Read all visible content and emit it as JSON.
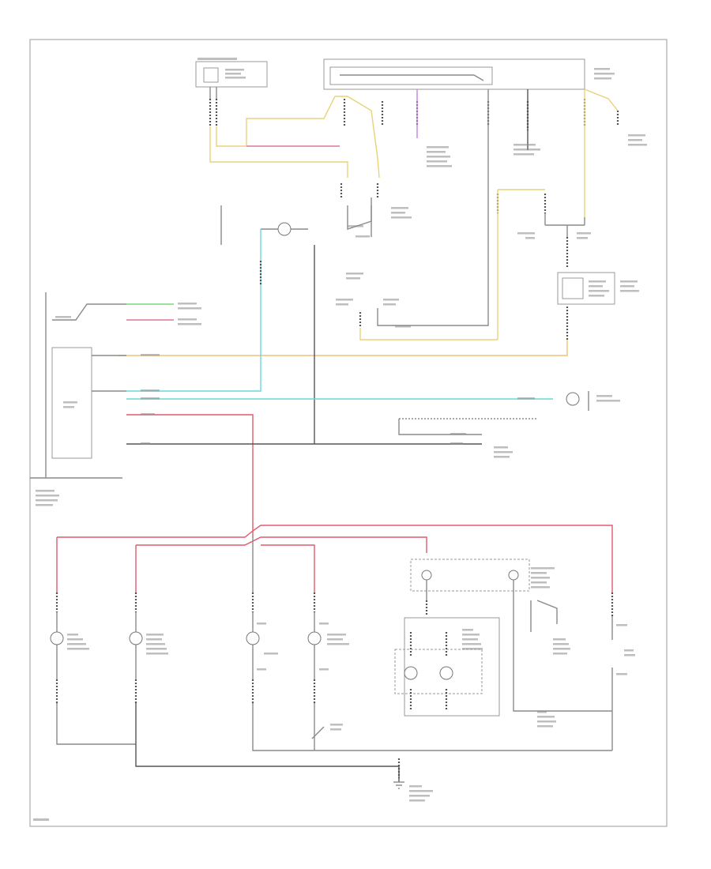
{
  "diagram": {
    "title": "",
    "footer_code": "",
    "colors": {
      "black": "#555555",
      "yellow": "#e8d27a",
      "orange": "#f0c07a",
      "cyan": "#6ad8d8",
      "red": "#e05a6a",
      "green": "#78d878",
      "pink": "#d87a9a",
      "purple": "#c880e0",
      "frame": "#9a9a9a"
    },
    "components": [
      {
        "name": "exterior-lamp-switch-box",
        "icon": "switch-box-icon"
      },
      {
        "name": "main-light-switch-bar",
        "icon": "switch-bar-icon"
      },
      {
        "name": "body-control-module-box",
        "icon": "module-box-icon"
      },
      {
        "name": "fuse-box-lower-right",
        "icon": "fuse-icon"
      },
      {
        "name": "instrument-cluster-dashed-box",
        "icon": "cluster-box-icon"
      },
      {
        "name": "lamp-bulbs",
        "icon": "bulb-icon"
      },
      {
        "name": "ground-points",
        "icon": "ground-icon"
      }
    ]
  }
}
